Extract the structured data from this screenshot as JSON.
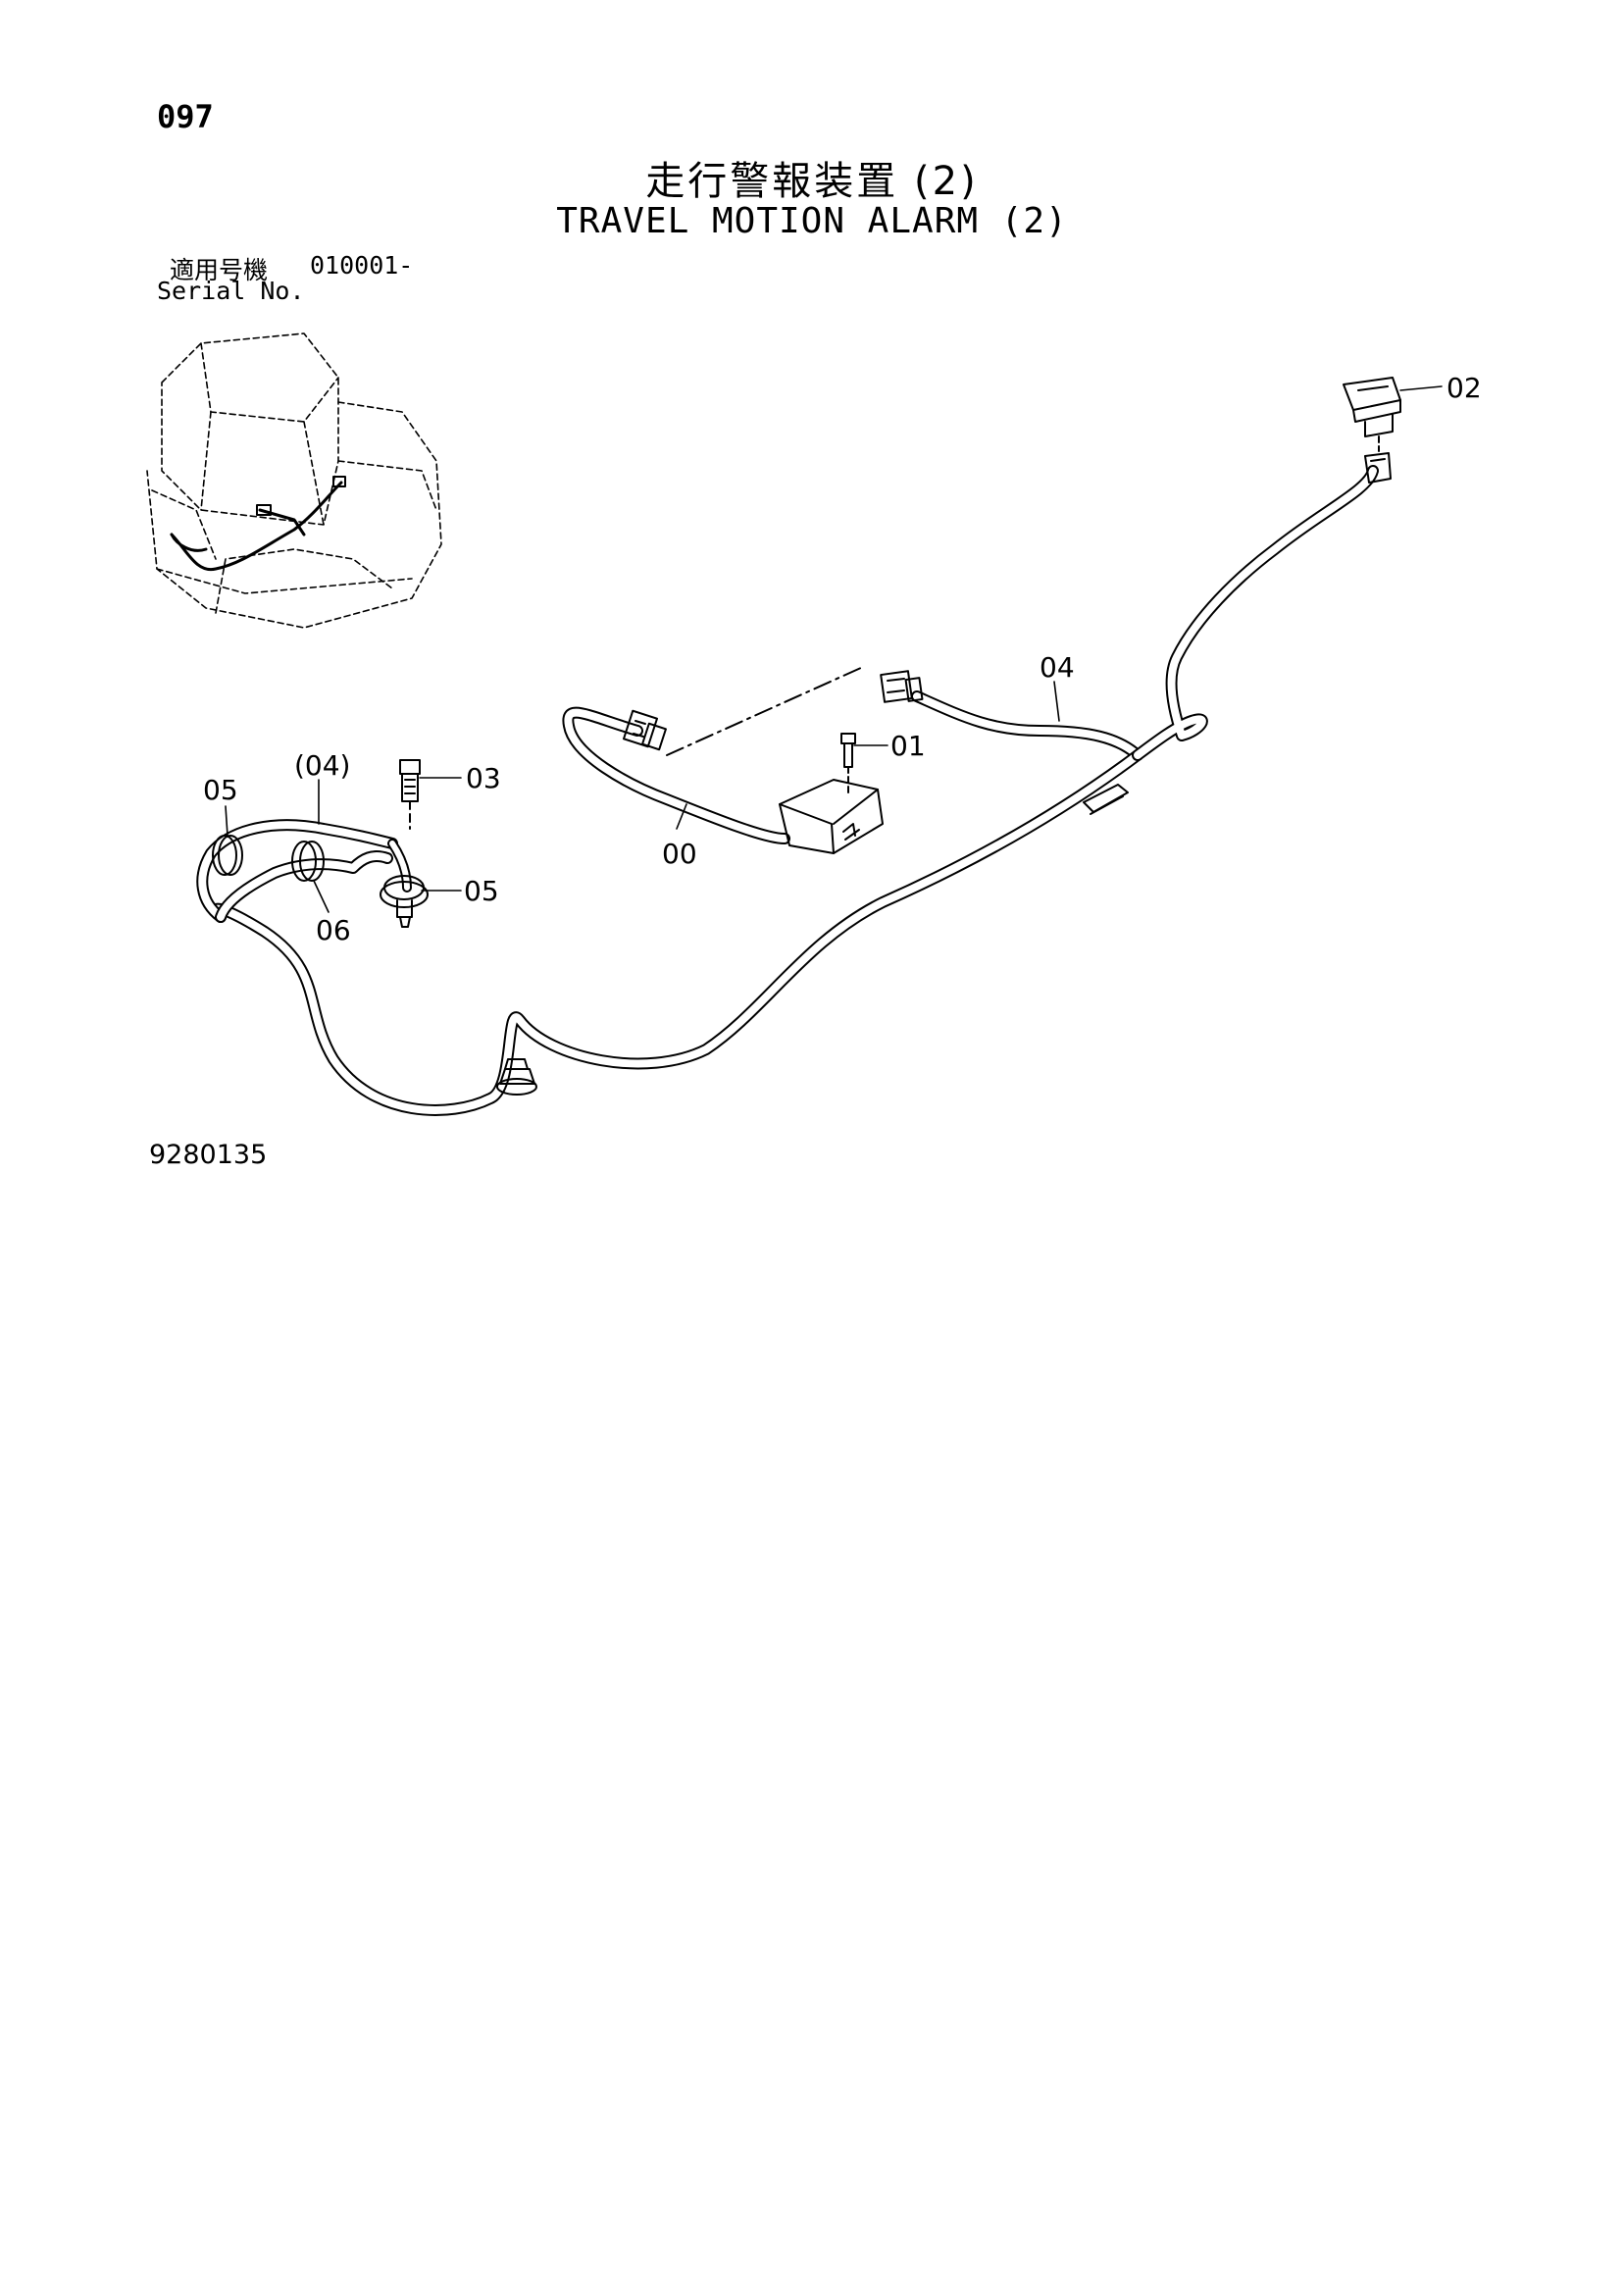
{
  "page": {
    "number": "097"
  },
  "title": {
    "japanese": "走行警報装置 (2)",
    "english": "TRAVEL MOTION ALARM (2)"
  },
  "serial": {
    "label_jp": "適用号機",
    "value": "010001-",
    "label_en": "Serial No."
  },
  "drawing_number": "9280135",
  "callouts": [
    "00",
    "01",
    "02",
    "03",
    "04",
    "(04)",
    "05",
    "05",
    "06"
  ],
  "colors": {
    "line": "#000000",
    "background": "#ffffff"
  }
}
